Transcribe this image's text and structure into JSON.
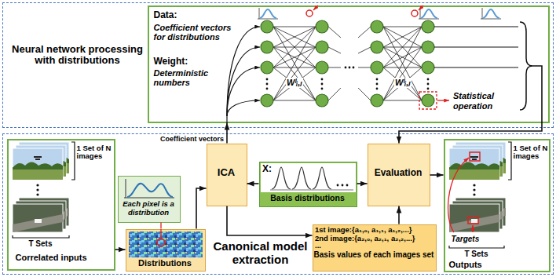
{
  "diagram": {
    "nodes": [
      {
        "text": [
          "Neural network processing with distributions"
        ]
      },
      {
        "text": [
          "Data:",
          "Coefficient vectors for distributions",
          "Weight:",
          "Deterministic numbers"
        ],
        "in": 0
      },
      {
        "text": [
          "Canonical model extraction"
        ]
      },
      {
        "text": [
          "1 Set of N images",
          "T Sets",
          "Correlated inputs"
        ],
        "in": 2
      },
      {
        "text": [
          "Each pixel is a distribution"
        ],
        "in": 2
      },
      {
        "text": [
          "Distributions"
        ],
        "in": 2
      },
      {
        "text": [
          "ICA"
        ],
        "in": 2
      },
      {
        "text": [
          "X:",
          "Basis distributions"
        ],
        "in": 2
      },
      {
        "text": [
          "Evaluation"
        ],
        "in": 2
      },
      {
        "text": [
          "1st image:{a₁,₀, a₁,₁, a₁,₂,...}",
          "2nd image:{a₂,₀, a₂,₁, a₂,₂,...}",
          "...",
          "Basis values of each images set"
        ],
        "in": 2
      },
      {
        "text": [
          "1 Set of N images",
          "Targets",
          "T Sets",
          "Outputs"
        ],
        "in": 2
      }
    ],
    "edges": [
      {
        "from": 3,
        "to": 5,
        "arrow": "to"
      },
      {
        "from": 5,
        "to": 4,
        "arrow": "none"
      },
      {
        "from": 5,
        "to": 6,
        "arrow": "to"
      },
      {
        "from": 6,
        "to": 1,
        "arrow": "to",
        "label": "Coefficient vectors"
      },
      {
        "from": 7,
        "to": 6,
        "arrow": "to"
      },
      {
        "from": 7,
        "to": 8,
        "arrow": "to"
      },
      {
        "from": 6,
        "to": 9,
        "arrow": "to"
      },
      {
        "from": 9,
        "to": 8,
        "arrow": "to"
      },
      {
        "from": 1,
        "to": 8,
        "arrow": "to"
      },
      {
        "from": 8,
        "to": 10,
        "arrow": "to"
      }
    ],
    "labels": [
      "Wˡᵢ,ⱼ",
      "Wˡᵢ,ⱼ",
      "Statistical operation"
    ]
  }
}
